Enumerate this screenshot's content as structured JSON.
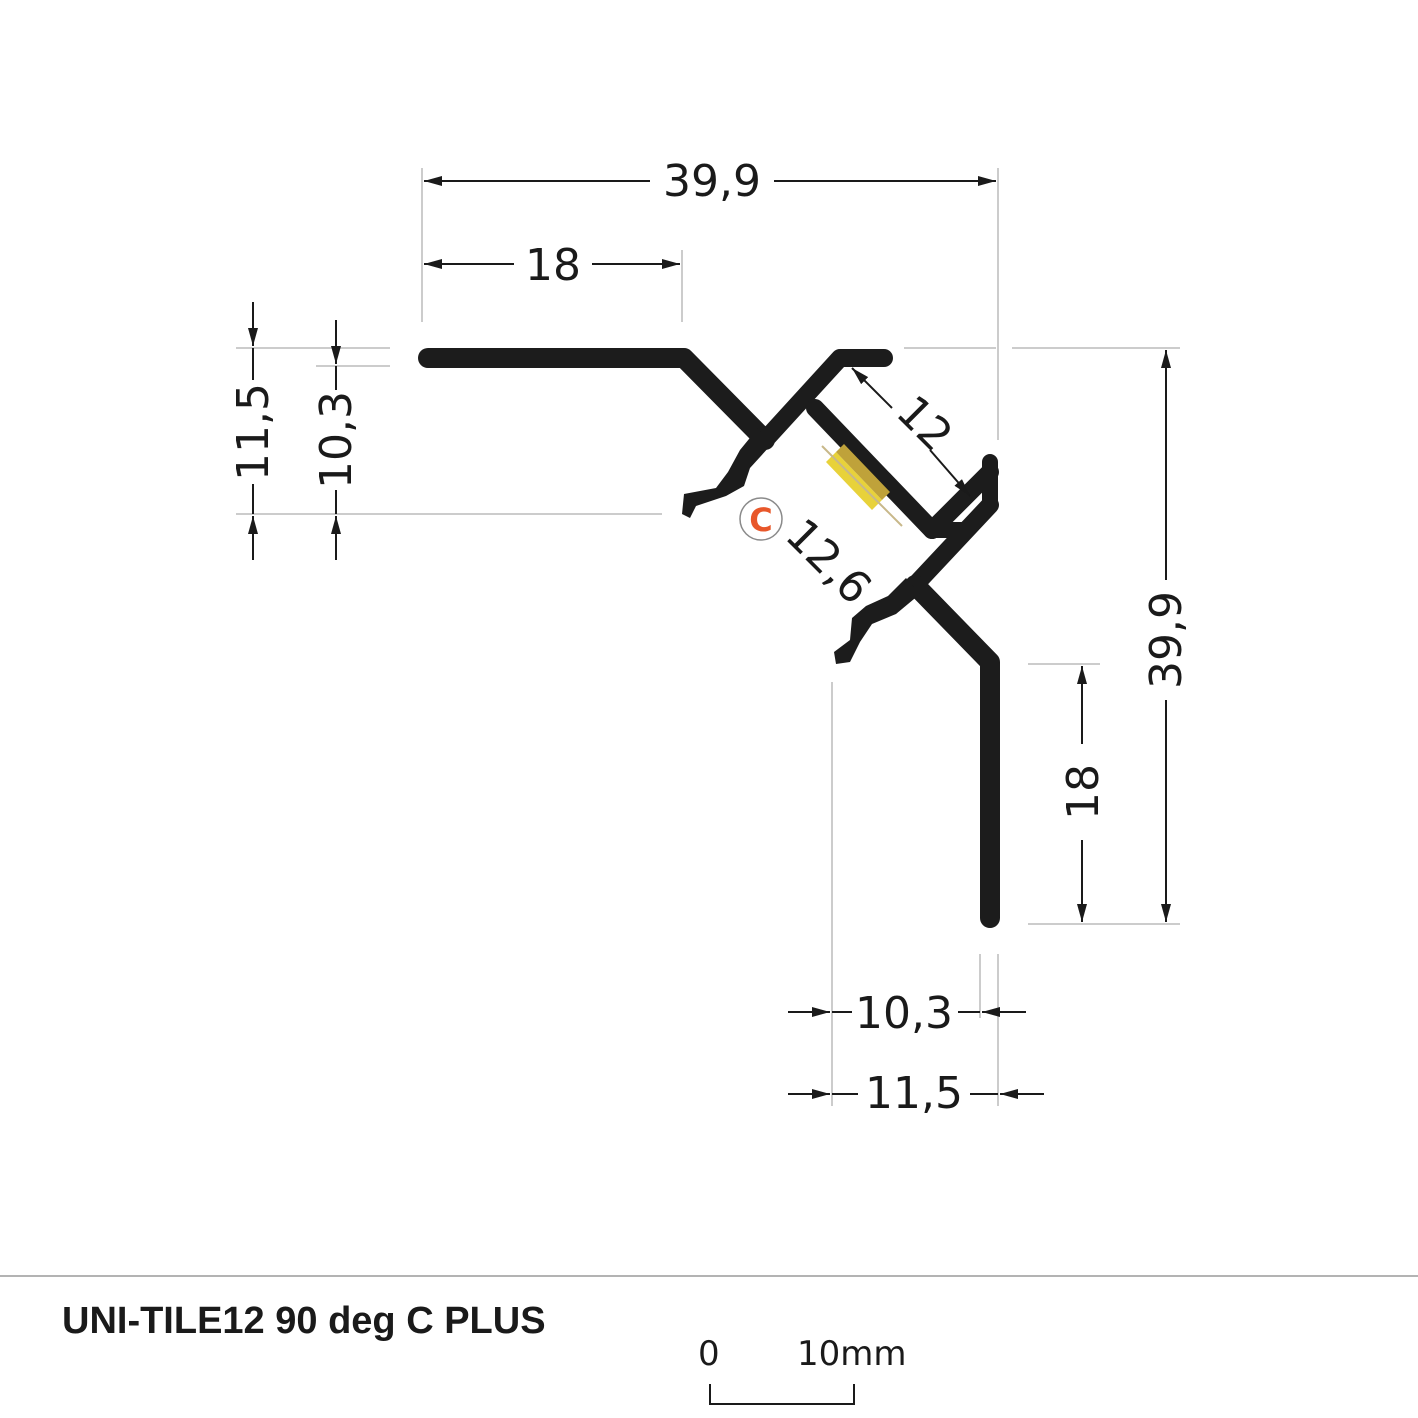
{
  "product": {
    "title": "UNI-TILE12 90 deg C PLUS"
  },
  "scale": {
    "zero_label": "0",
    "ten_label": "10mm"
  },
  "dimensions": {
    "top_width": "39,9",
    "top_flange": "18",
    "left_outer": "11,5",
    "left_inner": "10,3",
    "led_width": "12",
    "diagonal": "12,6",
    "right_height": "39,9",
    "right_flange": "18",
    "bottom_inner": "10,3",
    "bottom_outer": "11,5"
  },
  "badge": {
    "letter": "C",
    "color": "#e8572a"
  },
  "colors": {
    "profile": "#1c1c1c",
    "led_strip": "#e8d23a",
    "frame": "#9a9a9a"
  }
}
